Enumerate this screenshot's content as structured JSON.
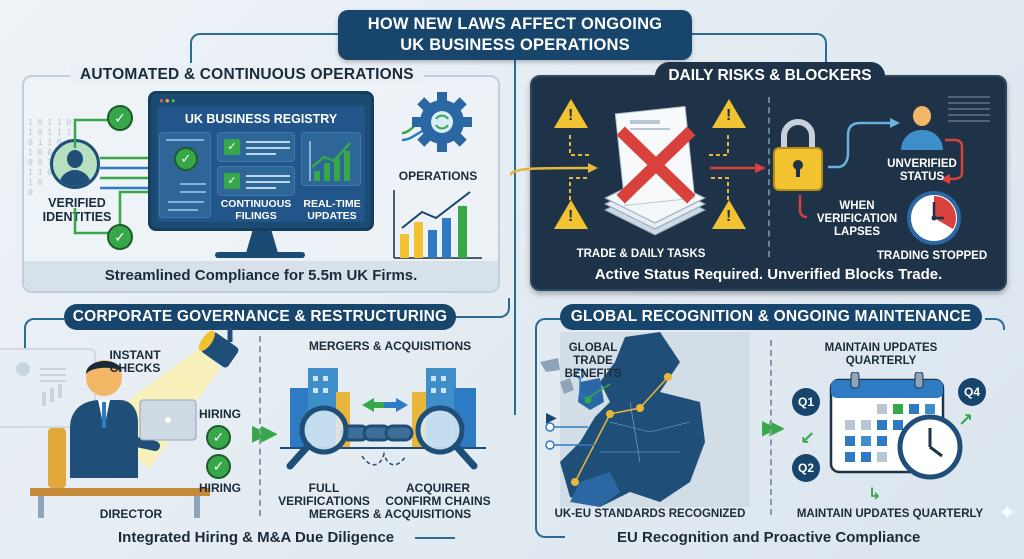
{
  "title": {
    "line1": "HOW NEW LAWS AFFECT ONGOING",
    "line2": "UK BUSINESS OPERATIONS"
  },
  "colors": {
    "navy": "#17456b",
    "dark_panel": "#1e3347",
    "green": "#37a84a",
    "blue": "#2e7bc4",
    "yellow": "#f2c230",
    "red": "#d9423c"
  },
  "automated": {
    "heading": "AUTOMATED & CONTINUOUS OPERATIONS",
    "identity_label": "VERIFIED IDENTITIES",
    "monitor_title": "UK BUSINESS REGISTRY",
    "filings_label_1": "CONTINUOUS",
    "filings_label_2": "FILINGS",
    "updates_label_1": "REAL-TIME",
    "updates_label_2": "UPDATES",
    "operations_label": "OPERATIONS",
    "footer": "Streamlined Compliance for 5.5m UK Firms."
  },
  "risks": {
    "heading": "DAILY RISKS & BLOCKERS",
    "trade_label": "TRADE & DAILY TASKS",
    "unverified_1": "UNVERIFIED",
    "unverified_2": "STATUS",
    "lapse_1": "WHEN",
    "lapse_2": "VERIFICATION",
    "lapse_3": "LAPSES",
    "stopped_label": "TRADING STOPPED",
    "footer": "Active Status Required. Unverified Blocks Trade."
  },
  "governance": {
    "heading": "CORPORATE GOVERNANCE & RESTRUCTURING",
    "instant_1": "INSTANT",
    "instant_2": "CHECKS",
    "hiring_top": "HIRING",
    "hiring_bottom": "HIRING",
    "director_label": "DIRECTOR",
    "ma_top": "MERGERS & ACQUISITIONS",
    "full_1": "FULL",
    "full_2": "VERIFICATIONS",
    "acquirer_1": "ACQUIRER",
    "acquirer_2": "CONFIRM CHAINS",
    "ma_bottom": "MERGERS & ACQUISITIONS",
    "footer": "Integrated Hiring & M&A Due Diligence"
  },
  "global": {
    "heading": "GLOBAL RECOGNITION & ONGOING MAINTENANCE",
    "benefits_1": "GLOBAL TRADE",
    "benefits_2": "BENEFITS",
    "standards_label": "UK-EU STANDARDS RECOGNIZED",
    "maintain_top_1": "MAINTAIN UPDATES",
    "maintain_top_2": "QUARTERLY",
    "quarters": [
      "Q1",
      "Q2",
      "Q4"
    ],
    "maintain_bottom": "MAINTAIN UPDATES QUARTERLY",
    "footer": "EU Recognition and Proactive Compliance"
  }
}
